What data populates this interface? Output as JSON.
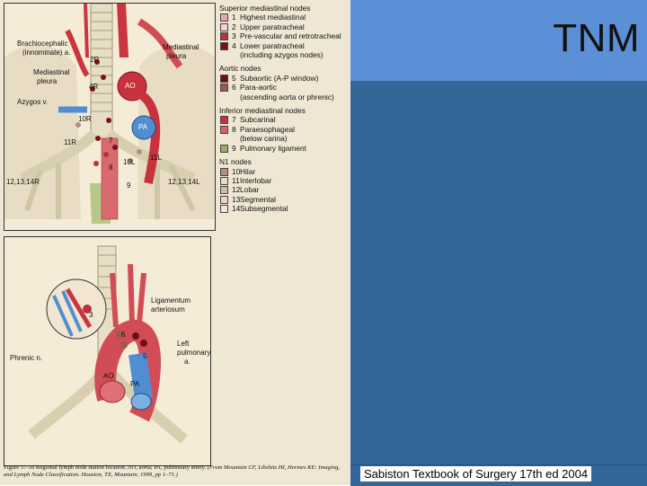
{
  "title": "TNM",
  "source_credit": "Sabiston Textbook of Surgery 17th ed 2004",
  "figure": {
    "top_labels": {
      "brachiocephalic": "Brachiocephalic",
      "innominate": "(innominate) a.",
      "mediastinal_pleura_left": "Mediastinal",
      "mediastinal_pleura_left2": "pleura",
      "mediastinal_pleura_right": "Mediastinal",
      "mediastinal_pleura_right2": "pleura",
      "azygos": "Azygos v.",
      "ao": "AO",
      "pa": "PA",
      "n2r": "2R",
      "n4r": "4R",
      "n10r": "10R",
      "n11r": "11R",
      "n7": "7",
      "n8": "8",
      "n10l": "10L",
      "n11l": "11L",
      "n9": "9",
      "n12r": "12,13,14R",
      "n12l": "12,13,14L"
    },
    "bottom_labels": {
      "ligamentum": "Ligamentum",
      "arteriosum": "arteriosum",
      "n3": "3",
      "n6": "6",
      "n5": "5",
      "phrenic": "Phrenic n.",
      "left_pulm": "Left",
      "left_pulm2": "pulmonary",
      "left_pulm3": "a.",
      "ao": "AO",
      "pa": "PA"
    },
    "legend": [
      {
        "heading": "Superior mediastinal nodes",
        "items": [
          {
            "num": "1",
            "label": "Highest mediastinal",
            "color": "#e9a8ad"
          },
          {
            "num": "2",
            "label": "Upper paratracheal",
            "color": "#f2d3d6"
          },
          {
            "num": "3",
            "label": "Pre-vascular and retrotracheal",
            "color": "#b8323f"
          },
          {
            "num": "4",
            "label": "Lower paratracheal",
            "color": "#7a1020",
            "sub": "(including azygos nodes)"
          }
        ]
      },
      {
        "heading": "Aortic nodes",
        "items": [
          {
            "num": "5",
            "label": "Subaortic (A-P window)",
            "color": "#6b0f1a"
          },
          {
            "num": "6",
            "label": "Para-aortic",
            "color": "#9b5a4a",
            "sub": "(ascending aorta or phrenic)"
          }
        ]
      },
      {
        "heading": "Inferior mediastinal nodes",
        "items": [
          {
            "num": "7",
            "label": "Subcarinal",
            "color": "#c7303c"
          },
          {
            "num": "8",
            "label": "Paraesophageal",
            "color": "#d8606a",
            "sub": "(below carina)"
          },
          {
            "num": "9",
            "label": "Pulmonary ligament",
            "color": "#9aab6a"
          }
        ]
      },
      {
        "heading": "N1 nodes",
        "items": [
          {
            "num": "10",
            "label": "Hilar",
            "color": "#b48f7a"
          },
          {
            "num": "11",
            "label": "Interlobar",
            "color": "#e8dccb"
          },
          {
            "num": "12",
            "label": "Lobar",
            "color": "#d8b8a8"
          },
          {
            "num": "13",
            "label": "Segmental",
            "color": "#ecd2d0"
          },
          {
            "num": "14",
            "label": "Subsegmental",
            "color": "#f3e2dd"
          }
        ]
      }
    ],
    "caption_main": "Figure 57-10 Regional lymph node station location. AO, aorta; PA, pulmonary artery.",
    "caption_source": "(From Mountain CF, Libshitz HI, Hermes KE: Imaging, and Lymph Node Classification. Houston, TX, Mountain, 1999, pp 1–71.)"
  }
}
